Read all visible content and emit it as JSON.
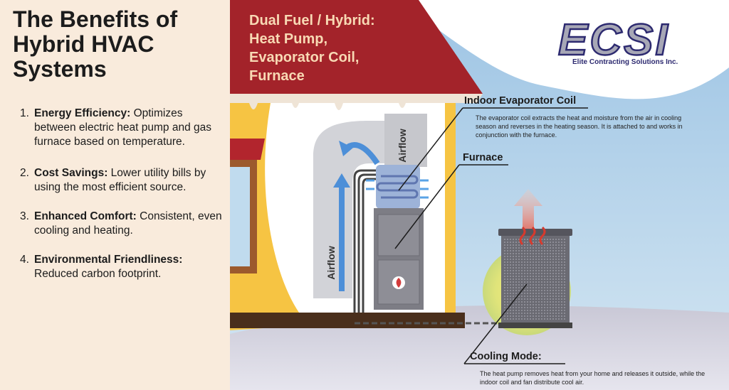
{
  "heading": {
    "title": "The Benefits of Hybrid HVAC Systems"
  },
  "benefits": [
    {
      "number": "1.",
      "name": "Energy Efficiency:",
      "text": "Optimizes between electric heat pump and gas furnace based on temperature."
    },
    {
      "number": "2.",
      "name": "Cost Savings:",
      "text": "Lower utility bills by using the most efficient source."
    },
    {
      "number": "3.",
      "name": "Enhanced Comfort:",
      "text": "Consistent, even cooling and heating."
    },
    {
      "number": "4.",
      "name": "Environmental Friendliness:",
      "text": "Reduced carbon footprint."
    }
  ],
  "roof_title": {
    "line1": "Dual Fuel / Hybrid:",
    "line2": "Heat Pump,",
    "line3": "Evaporator Coil,",
    "line4": "Furnace"
  },
  "logo": {
    "wordmark": "ECSI",
    "company": "Elite Contracting Solutions Inc."
  },
  "labels": {
    "evaporator_coil": {
      "title": "Indoor Evaporator Coil",
      "description": "The evaporator coil extracts the heat and moisture from the air in cooling season and reverses in the heating season. It is attached to and works in conjunction with the furnace."
    },
    "furnace": {
      "title": "Furnace"
    },
    "cooling_mode": {
      "title": "Cooling Mode:",
      "description": "The heat pump removes heat from your home and releases it outside, while the indoor coil and fan distribute cool air."
    },
    "airflow_top": "Airflow",
    "airflow_side": "Airflow"
  },
  "colors": {
    "roof": "#a3232a",
    "wall": "#f6c443",
    "sky": "#bcd8ec",
    "panel": "#f9ebdc",
    "ground": "#d9d7e2",
    "logo_blue": "#2d2a70"
  }
}
